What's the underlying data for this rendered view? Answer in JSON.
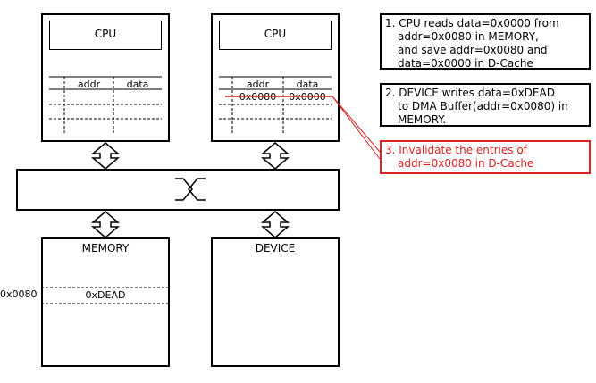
{
  "cpu_left": {
    "title": "CPU",
    "col_addr": "addr",
    "col_data": "data"
  },
  "cpu_right": {
    "title": "CPU",
    "col_addr": "addr",
    "col_data": "data",
    "entry_addr": "0x0080",
    "entry_data": "0x0000"
  },
  "bus": {
    "symbol": "X"
  },
  "memory": {
    "title": "MEMORY",
    "side_addr": "0x0080",
    "cell_value": "0xDEAD"
  },
  "device": {
    "title": "DEVICE"
  },
  "notes": [
    {
      "lines": [
        "1. CPU reads data=0x0000 from",
        "addr=0x0080 in MEMORY,",
        "and save addr=0x0080 and",
        "data=0x0000 in D-Cache"
      ]
    },
    {
      "lines": [
        "2. DEVICE writes data=0xDEAD",
        "to DMA Buffer(addr=0x0080) in",
        "MEMORY."
      ]
    },
    {
      "lines": [
        "3. Invalidate the entries of",
        "addr=0x0080 in D-Cache"
      ]
    }
  ],
  "colors": {
    "invalidate": "#d22222",
    "line": "#000000"
  }
}
